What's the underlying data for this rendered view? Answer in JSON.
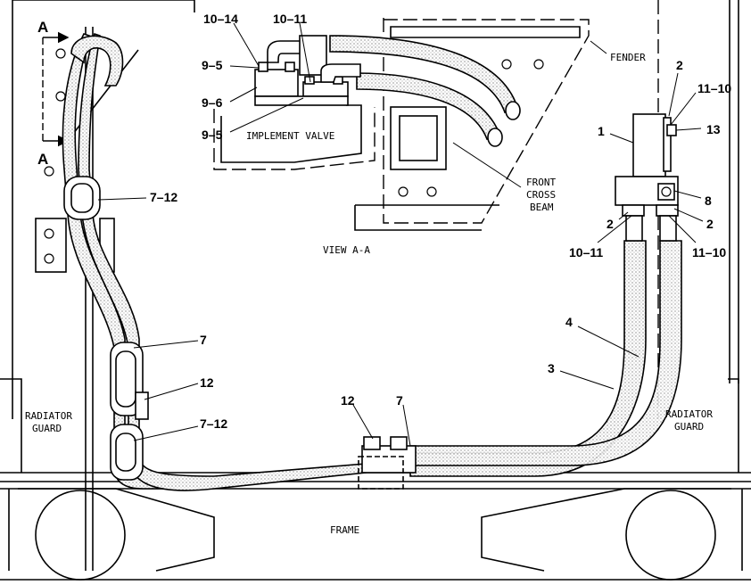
{
  "title": "",
  "section_marker": {
    "letter_top": "A",
    "letter_bottom": "A"
  },
  "captions": {
    "fender": "FENDER",
    "implement_valve": "IMPLEMENT VALVE",
    "front_cross_beam": [
      "FRONT",
      "CROSS",
      "BEAM"
    ],
    "view": "VIEW A-A",
    "radiator_guard_left": [
      "RADIATOR",
      "GUARD"
    ],
    "radiator_guard_right": [
      "RADIATOR",
      "GUARD"
    ],
    "frame": "FRAME"
  },
  "callouts": {
    "c_10_14": "10–14",
    "c_10_11_top": "10–11",
    "c_9_5_a": "9–5",
    "c_9_6": "9–6",
    "c_9_5_b": "9–5",
    "c_2_top": "2",
    "c_11_10_top": "11–10",
    "c_1": "1",
    "c_13": "13",
    "c_8": "8",
    "c_2_left": "2",
    "c_2_right": "2",
    "c_10_11_bottom": "10–11",
    "c_11_10_bottom": "11–10",
    "c_7_12_upper": "7–12",
    "c_4": "4",
    "c_3": "3",
    "c_7_mid": "7",
    "c_12_mid": "12",
    "c_12_clamp": "12",
    "c_7_clamp": "7",
    "c_7_12_lower": "7–12"
  }
}
